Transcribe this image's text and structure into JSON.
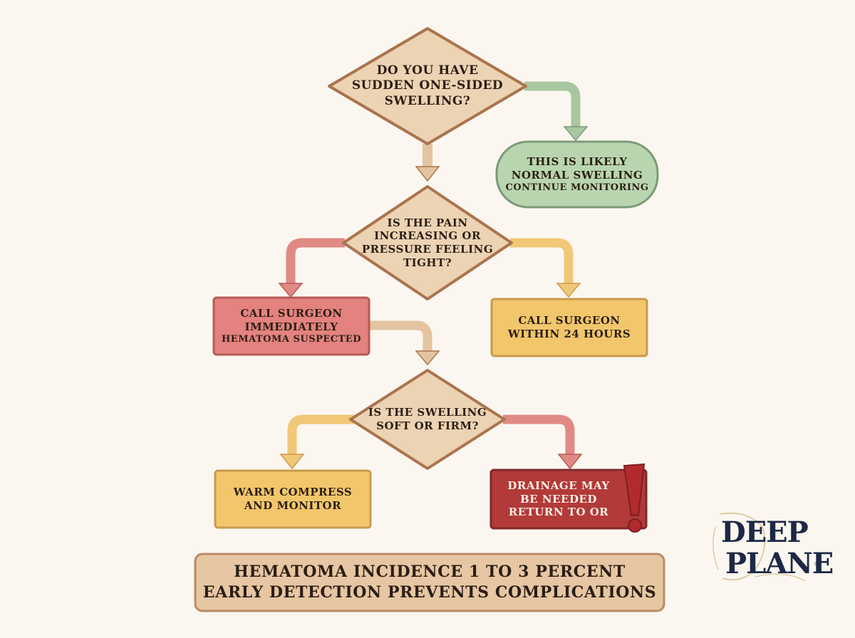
{
  "nodes": {
    "q1": {
      "lines": [
        "DO YOU HAVE",
        "SUDDEN ONE-SIDED",
        "SWELLING?"
      ]
    },
    "normal": {
      "lines": [
        "THIS IS LIKELY",
        "NORMAL SWELLING"
      ],
      "sub": "CONTINUE MONITORING"
    },
    "q2": {
      "lines": [
        "IS THE PAIN",
        "INCREASING OR",
        "PRESSURE FEELING",
        "TIGHT?"
      ]
    },
    "urgent": {
      "lines": [
        "CALL SURGEON",
        "IMMEDIATELY"
      ],
      "sub": "HEMATOMA SUSPECTED"
    },
    "within24": {
      "lines": [
        "CALL SURGEON",
        "WITHIN 24 HOURS"
      ]
    },
    "q3": {
      "lines": [
        "IS THE SWELLING",
        "SOFT OR FIRM?"
      ]
    },
    "compress": {
      "lines": [
        "WARM COMPRESS",
        "AND MONITOR"
      ]
    },
    "drainage": {
      "lines": [
        "DRAINAGE MAY",
        "BE NEEDED",
        "RETURN TO OR"
      ]
    }
  },
  "footer": {
    "line1": "HEMATOMA INCIDENCE 1 TO 3 PERCENT",
    "line2": "EARLY DETECTION PREVENTS COMPLICATIONS"
  },
  "logo": {
    "line1": "DEEP",
    "line2": "PLANE",
    "mark": "®"
  },
  "colors": {
    "decision_fill": "#ecd3b3",
    "decision_stroke": "#a9744e",
    "green_fill": "#b9d5b0",
    "green_stroke": "#7c9a78",
    "red_fill": "#e3827f",
    "red_stroke": "#b55a57",
    "yellow_fill": "#f2c66b",
    "yellow_stroke": "#c99a4f",
    "darkred_fill": "#b23a38",
    "darkred_stroke": "#7e2a2a",
    "footer_fill": "#e6c6a3",
    "footer_stroke": "#b98b66"
  }
}
